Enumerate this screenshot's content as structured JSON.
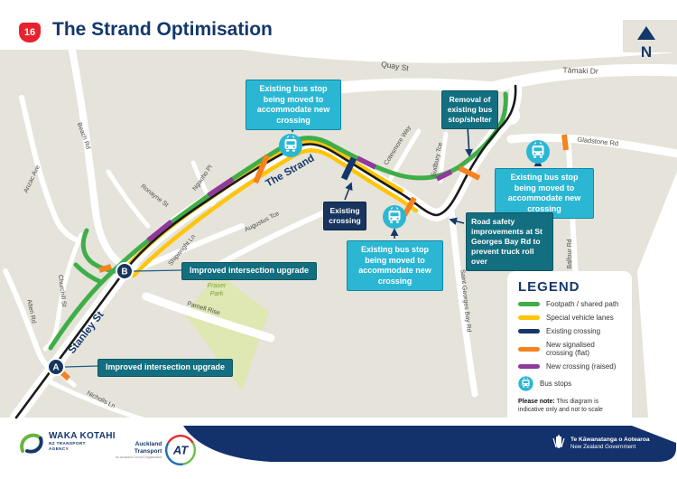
{
  "header": {
    "badge": "16",
    "title": "The Strand Optimisation"
  },
  "map": {
    "north_label": "N",
    "markers": {
      "a": "A",
      "b": "B"
    },
    "road_emphasis": [
      {
        "text": "The Strand"
      },
      {
        "text": "Stanley St"
      }
    ],
    "park": {
      "line1": "Fraser",
      "line2": "Park"
    },
    "street_labels": [
      {
        "text": "Quay St"
      },
      {
        "text": "Tāmaki Dr"
      },
      {
        "text": "Gladstone Rd"
      },
      {
        "text": "Beach Rd"
      },
      {
        "text": "Anzac Ave"
      },
      {
        "text": "Alten Rd"
      },
      {
        "text": "Churchill St"
      },
      {
        "text": "Ronayne St"
      },
      {
        "text": "Ngaoho Pl"
      },
      {
        "text": "Cotesmore Way"
      },
      {
        "text": "Sudbury Tce"
      },
      {
        "text": "Shipwright Ln"
      },
      {
        "text": "Augustus Tce"
      },
      {
        "text": "Parnell Rise"
      },
      {
        "text": "Nicholls Ln"
      },
      {
        "text": "Saint Georges Bay Rd"
      },
      {
        "text": "Balfour Rd"
      }
    ]
  },
  "callouts": {
    "bus_top": "Existing bus stop being moved to accommodate new crossing",
    "removal": "Removal of existing bus stop/shelter",
    "bus_right": "Existing bus stop being moved to accommodate new crossing",
    "road_safety": "Road safety improvements at St Georges Bay Rd to prevent truck roll over",
    "existing_crossing": "Existing crossing",
    "bus_mid": "Existing bus stop being moved to accommodate new crossing",
    "intersection_b": "Improved intersection upgrade",
    "intersection_a": "Improved intersection upgrade"
  },
  "legend": {
    "title": "LEGEND",
    "items": [
      {
        "label": "Footpath / shared path",
        "color": "#3fae49"
      },
      {
        "label": "Special vehicle lanes",
        "color": "#fec50a"
      },
      {
        "label": "Existing crossing",
        "color": "#14386b"
      },
      {
        "label": "New signalised crossing (flat)",
        "color": "#f58220"
      },
      {
        "label": "New crossing (raised)",
        "color": "#8f3a9b"
      },
      {
        "label": "Bus stops",
        "color": "#2bb7d3"
      }
    ],
    "note_bold": "Please note:",
    "note_text": " This diagram is indicative only and not to scale"
  },
  "footer": {
    "waka_kotahi": {
      "line1": "WAKA KOTAHI",
      "line2": "NZ TRANSPORT",
      "line3": "AGENCY"
    },
    "auckland_transport": {
      "line1": "Auckland",
      "line2": "Transport",
      "tagline": "An Auckland Council Organisation",
      "monogram": "AT"
    },
    "nz_govt": {
      "line1": "Te Kāwanatanga o Aotearoa",
      "line2": "New Zealand Government"
    }
  },
  "colors": {
    "navy": "#14386b",
    "green": "#3fae49",
    "yellow": "#fec50a",
    "orange": "#f58220",
    "purple": "#8f3a9b",
    "cyan": "#2bb7d3",
    "teal_callout": "#136f80",
    "navy_callout": "#17355e",
    "map_background": "#e5e3da",
    "badge_red": "#e8222d",
    "footer_navy": "#13316b",
    "park_green": "#dfe7b2"
  }
}
